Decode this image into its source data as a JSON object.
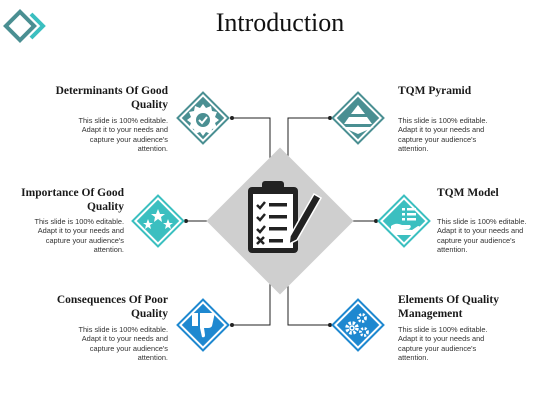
{
  "title": "Introduction",
  "colors": {
    "teal": "#4a8f92",
    "teal_light": "#3bbfc0",
    "blue": "#1e88d0",
    "gray": "#cfcfcf",
    "line": "#222222"
  },
  "items": [
    {
      "label": "Determinants Of Good Quality",
      "desc": "This slide is 100% editable. Adapt it to your needs and capture your audience's attention.",
      "icon": "badge-check-icon"
    },
    {
      "label": "Importance Of Good Quality",
      "desc": "This slide is 100% editable. Adapt it to your needs and capture your audience's attention.",
      "icon": "three-stars-icon"
    },
    {
      "label": "Consequences Of Poor Quality",
      "desc": "This slide is 100% editable. Adapt it to your needs and capture your audience's attention.",
      "icon": "thumbs-down-icon"
    },
    {
      "label": "TQM Pyramid",
      "desc": "This slide is 100% editable. Adapt it to your needs and capture your audience's attention.",
      "icon": "pyramid-icon"
    },
    {
      "label": "TQM Model",
      "desc": "This slide is 100% editable. Adapt it to your needs and capture your audience's attention.",
      "icon": "hand-checklist-icon"
    },
    {
      "label": "Elements Of Quality Management",
      "desc": "This slide is 100% editable. Adapt it to your needs and capture your audience's attention.",
      "icon": "gears-icon"
    }
  ],
  "center_icon": "clipboard-checklist-icon"
}
